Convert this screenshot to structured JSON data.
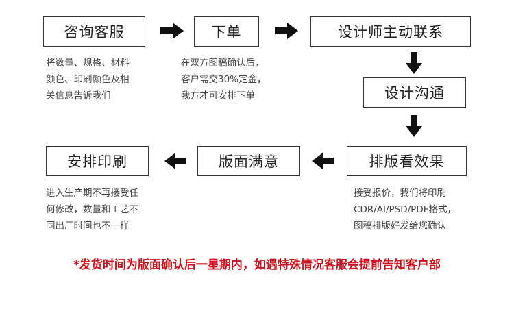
{
  "steps": {
    "consult": "咨询客服",
    "order": "下单",
    "designer_contact": "设计师主动联系",
    "design_communicate": "设计沟通",
    "layout_effect": "排版看效果",
    "layout_satisfied": "版面满意",
    "arrange_print": "安排印刷"
  },
  "descriptions": {
    "consult": "将数量、规格、材料\n颜色、印刷颜色及相\n关信息告诉我们",
    "order": "在双方图稿确认后，\n客户需交30%定金，\n我方才可安排下单",
    "layout_effect": "接受报价，我们将印刷\nCDR/AI/PSD/PDF格式，\n图稿排版好发给您确认",
    "arrange_print": "进入生产期不再接受任\n何修改，数量和工艺不\n同出厂时间也不一样"
  },
  "footnote": "*发货时间为版面确认后一星期内，如遇特殊情况客服会提前告知客户部",
  "colors": {
    "border": "#333333",
    "arrow": "#111111",
    "note": "#d0111b"
  }
}
